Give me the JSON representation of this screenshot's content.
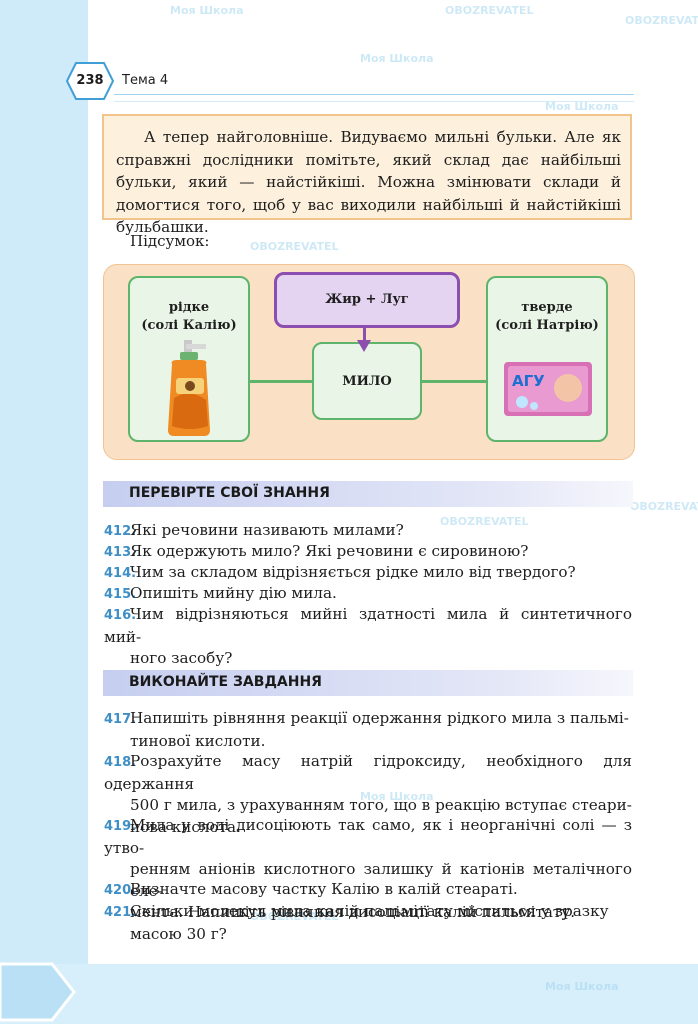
{
  "header": {
    "page_number": "238",
    "topic": "Тема 4"
  },
  "intro": {
    "text": "А тепер найголовніше. Видуваємо мильні бульки. Але як справжні дослідники помітьте, який склад дає найбільші бульки, який — найстійкіші. Можна змінювати склади й домогтися того, щоб у вас виходили найбільші й найстійкіші бульбашки."
  },
  "summary_label": "Підсумок:",
  "diagram": {
    "liquid": {
      "line1": "рідке",
      "line2": "(солі Калію)"
    },
    "fat_lye": "Жир + Луг",
    "soap": "МИЛО",
    "solid": {
      "line1": "тверде",
      "line2": "(солі Натрію)"
    },
    "solid_brand": "АГУ"
  },
  "section1": {
    "title": "ПЕРЕВІРТЕ СВОЇ ЗНАННЯ",
    "items": [
      {
        "num": "412.",
        "text": "Які речовини називають милами?"
      },
      {
        "num": "413.",
        "text": "Як одержують мило? Які речовини є сировиною?"
      },
      {
        "num": "414.",
        "text": "Чим за складом відрізняється рідке мило від твердого?"
      },
      {
        "num": "415.",
        "text": "Опишіть мийну дію мила."
      },
      {
        "num": "416.",
        "line1": "Чим відрізняються мийні здатності мила й синтетичного мий-",
        "line2": "ного засобу?"
      }
    ]
  },
  "section2": {
    "title": "ВИКОНАЙТЕ ЗАВДАННЯ",
    "items": [
      {
        "num": "417.",
        "line1": "Напишіть рівняння реакції одержання рідкого мила з пальмі-",
        "line2": "тинової кислоти."
      },
      {
        "num": "418.",
        "line1": "Розрахуйте масу натрій гідроксиду, необхідного для одержання",
        "line2": "500 г мила, з урахуванням того, що в реакцію вступає стеари-",
        "line3": "нова кислота."
      },
      {
        "num": "419.",
        "line1": "Мила у воді дисоціюють так само, як і неорганічні солі — з утво-",
        "line2": "ренням аніонів кислотного залишку й катіонів металічного еле-",
        "line3": "мента. Напишіть рівняння дисоціації калій пальмітату."
      },
      {
        "num": "420.",
        "text": "Визначте масову частку Калію в калій стеараті."
      },
      {
        "num": "421.",
        "line1": "Скільки молекул мила калій пальмітату міститься у зразку",
        "line2": "масою 30 г?"
      }
    ]
  },
  "watermarks": {
    "brand1": "Моя Школа",
    "brand2": "OBOZREVATEL"
  },
  "colors": {
    "accent_blue": "#3f8fc7",
    "box_green": "#5eb46a",
    "box_purple": "#8c4fb0",
    "intro_border": "#f1c48c"
  }
}
